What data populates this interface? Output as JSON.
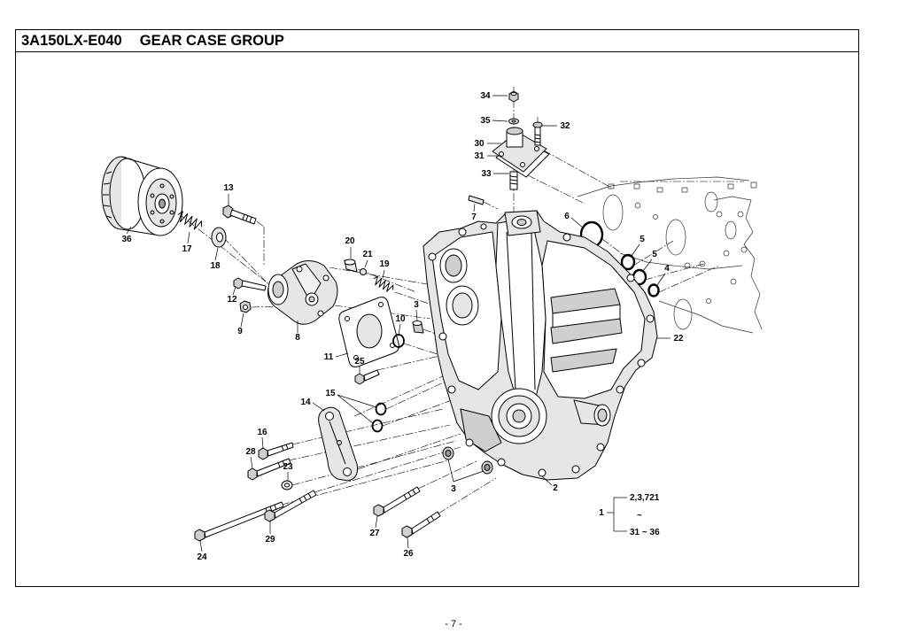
{
  "header": {
    "code": "3A150LX-E040",
    "name": "GEAR CASE GROUP"
  },
  "callouts": [
    "34",
    "35",
    "32",
    "30",
    "31",
    "33",
    "13",
    "36",
    "17",
    "18",
    "20",
    "21",
    "19",
    "7",
    "6",
    "5",
    "5",
    "4",
    "12",
    "9",
    "8",
    "3",
    "10",
    "11",
    "25",
    "22",
    "15",
    "14",
    "16",
    "28",
    "23",
    "3",
    "2",
    "24",
    "29",
    "27",
    "26"
  ],
  "legend": {
    "ref": "1",
    "range_top": "2,3,721",
    "range_sep": "~",
    "range_bottom": "31 ~ 36"
  },
  "footer": {
    "page": "- 7 -"
  }
}
